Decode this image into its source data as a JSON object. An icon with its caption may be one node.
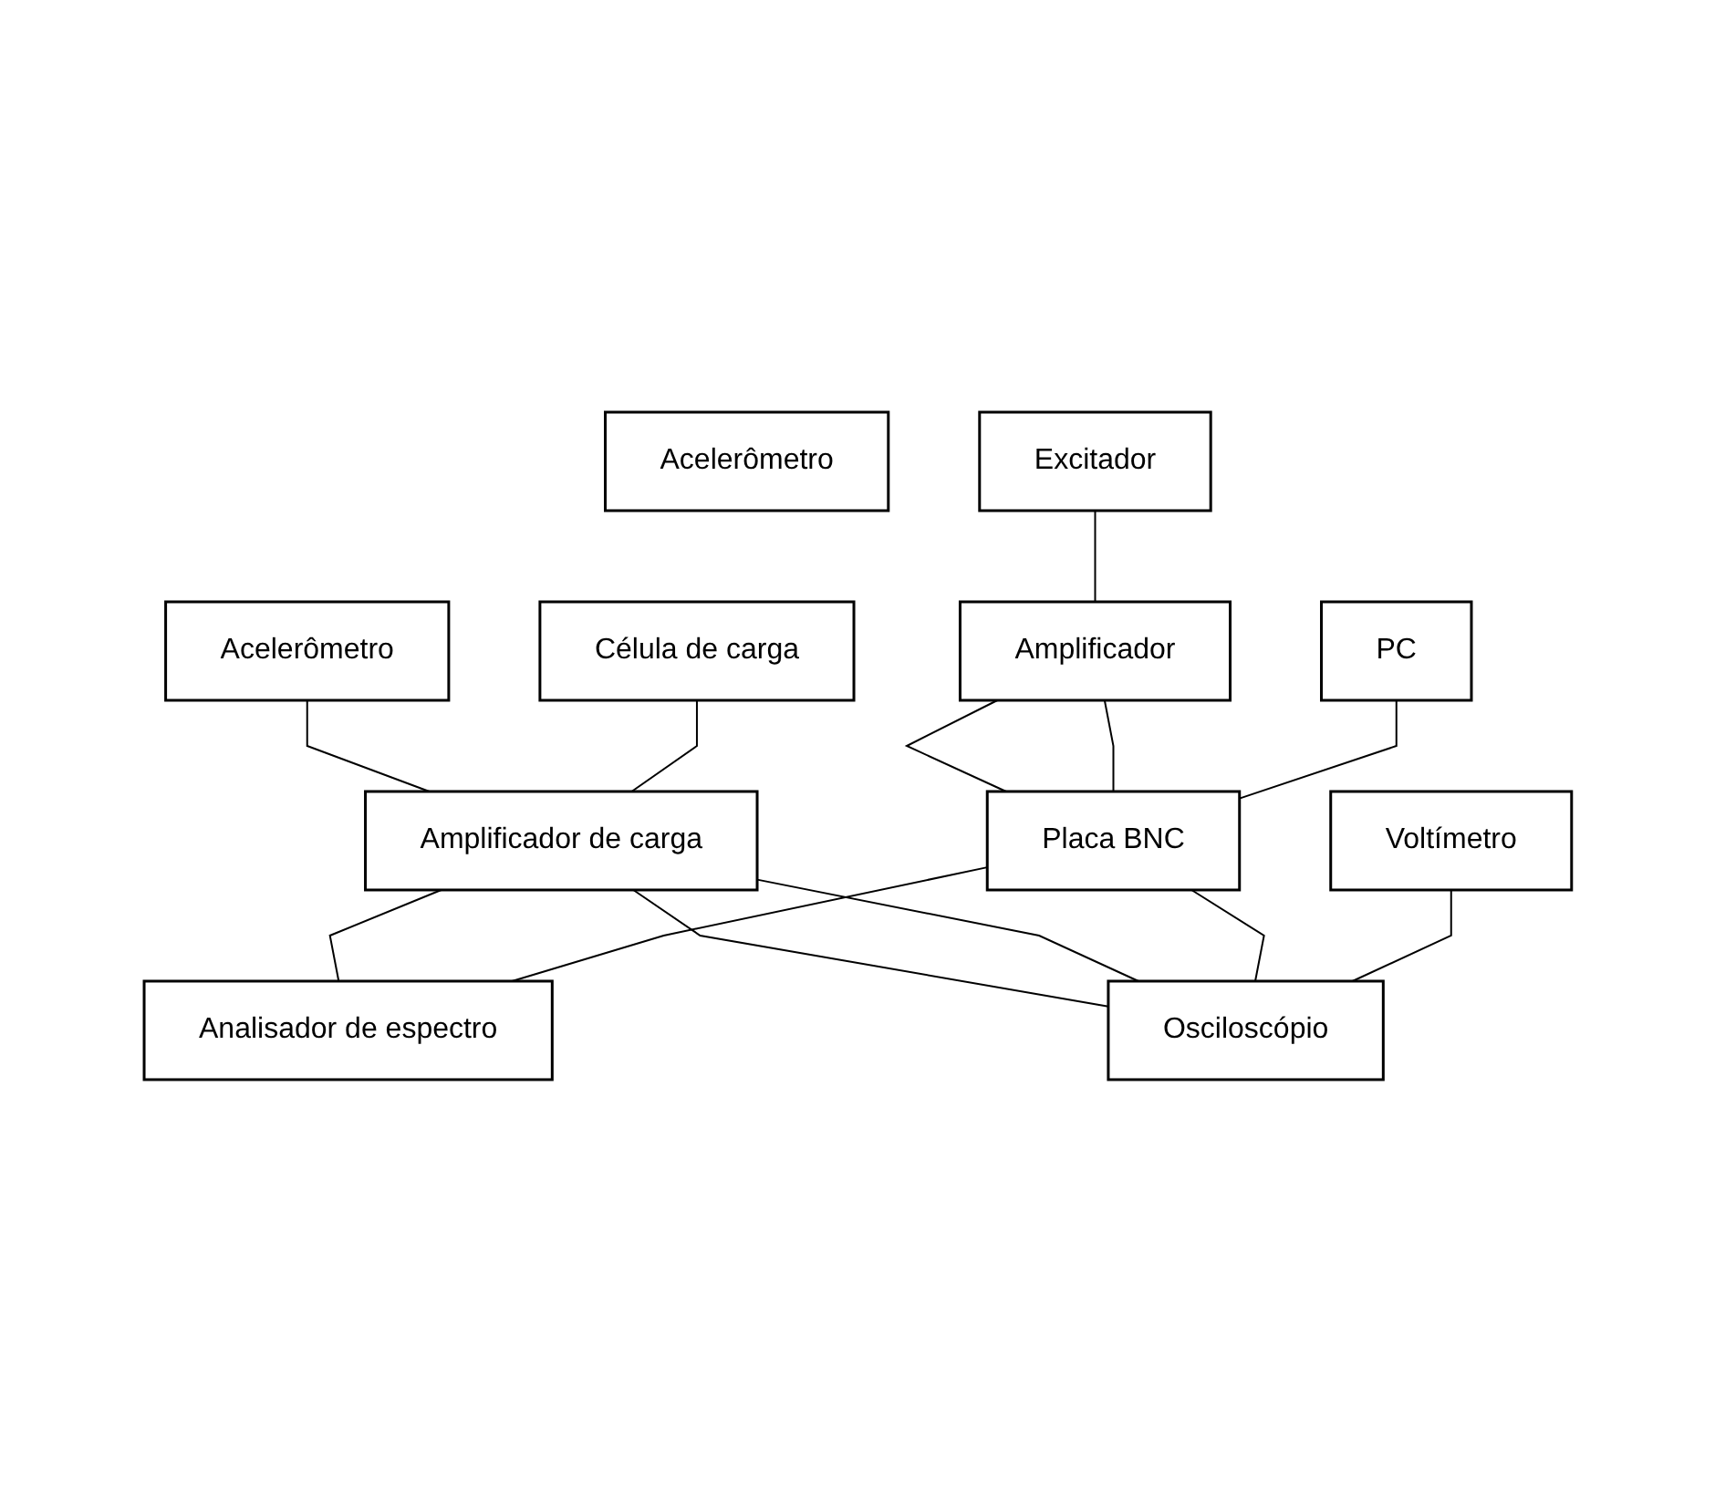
{
  "diagram": {
    "nodes": [
      {
        "text": [
          "Acelerômetro"
        ]
      },
      {
        "text": [
          "Acelerômetro"
        ]
      },
      {
        "text": [
          "Célula de carga"
        ]
      },
      {
        "text": [
          "Excitador"
        ]
      },
      {
        "text": [
          "Amplificador"
        ]
      },
      {
        "text": [
          "PC"
        ]
      },
      {
        "text": [
          "Placa BNC"
        ]
      },
      {
        "text": [
          "Amplificador de carga"
        ]
      },
      {
        "text": [
          "Analisador de espectro"
        ]
      },
      {
        "text": [
          "Voltímetro"
        ]
      },
      {
        "text": [
          "Osciloscópio"
        ]
      }
    ],
    "edges": [
      {
        "from": 0,
        "to": 7,
        "arrow": "none"
      },
      {
        "from": 2,
        "to": 7,
        "arrow": "none"
      },
      {
        "from": 3,
        "to": 4,
        "arrow": "none"
      },
      {
        "from": 4,
        "to": 6,
        "arrow": "none"
      },
      {
        "from": 4,
        "to": 6,
        "arrow": "none"
      },
      {
        "from": 5,
        "to": 6,
        "arrow": "none"
      },
      {
        "from": 7,
        "to": 8,
        "arrow": "none"
      },
      {
        "from": 6,
        "to": 8,
        "arrow": "none"
      },
      {
        "from": 7,
        "to": 10,
        "arrow": "none"
      },
      {
        "from": 7,
        "to": 10,
        "arrow": "none"
      },
      {
        "from": 6,
        "to": 10,
        "arrow": "none"
      },
      {
        "from": 9,
        "to": 10,
        "arrow": "none"
      }
    ]
  }
}
